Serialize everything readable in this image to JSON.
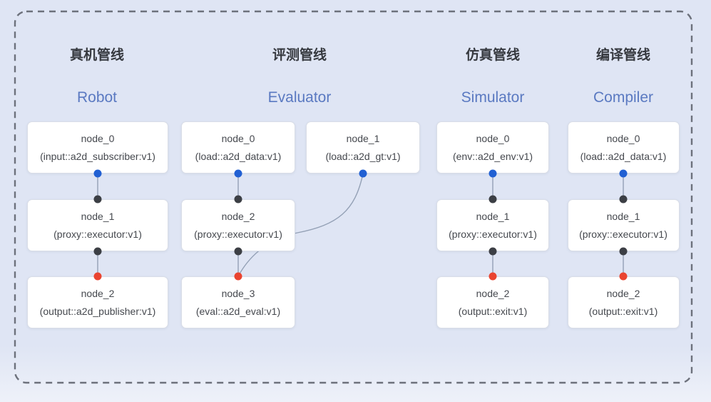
{
  "diagram": {
    "colors": {
      "background_top": "#dfe5f4",
      "background_bottom": "#eef1f9",
      "frame_dash": "#6d717c",
      "box_bg": "#ffffff",
      "box_border": "#d9dde7",
      "edge": "#93a0b5",
      "title_zh": "#36393f",
      "title_en": "#5a79c1",
      "node_text": "#45484e",
      "dot_blue": "#2160d3",
      "dot_black": "#3c3f45",
      "dot_red": "#ea4430"
    },
    "pipelines": [
      {
        "id": "robot",
        "title_zh": "真机管线",
        "title_en": "Robot",
        "nodes": [
          {
            "name": "node_0",
            "type": "(input::a2d_subscriber:v1)",
            "out_dot": "blue"
          },
          {
            "name": "node_1",
            "type": "(proxy::executor:v1)",
            "in_dot": "black",
            "out_dot": "black"
          },
          {
            "name": "node_2",
            "type": "(output::a2d_publisher:v1)",
            "in_dot": "red"
          }
        ],
        "edges": [
          {
            "from": 0,
            "to": 1,
            "style": "straight"
          },
          {
            "from": 1,
            "to": 2,
            "style": "straight"
          }
        ]
      },
      {
        "id": "evaluator",
        "title_zh": "评测管线",
        "title_en": "Evaluator",
        "nodes": [
          {
            "name": "node_0",
            "type": "(load::a2d_data:v1)",
            "out_dot": "blue"
          },
          {
            "name": "node_1",
            "type": "(load::a2d_gt:v1)",
            "out_dot": "blue"
          },
          {
            "name": "node_2",
            "type": "(proxy::executor:v1)",
            "in_dot": "black",
            "out_dot": "black"
          },
          {
            "name": "node_3",
            "type": "(eval::a2d_eval:v1)",
            "in_dot": "red"
          }
        ],
        "edges": [
          {
            "from": 0,
            "to": 2,
            "style": "straight"
          },
          {
            "from": 2,
            "to": 3,
            "style": "straight"
          },
          {
            "from": 1,
            "to": 3,
            "style": "curve"
          }
        ]
      },
      {
        "id": "simulator",
        "title_zh": "仿真管线",
        "title_en": "Simulator",
        "nodes": [
          {
            "name": "node_0",
            "type": "(env::a2d_env:v1)",
            "out_dot": "blue"
          },
          {
            "name": "node_1",
            "type": "(proxy::executor:v1)",
            "in_dot": "black",
            "out_dot": "black"
          },
          {
            "name": "node_2",
            "type": "(output::exit:v1)",
            "in_dot": "red"
          }
        ],
        "edges": [
          {
            "from": 0,
            "to": 1,
            "style": "straight"
          },
          {
            "from": 1,
            "to": 2,
            "style": "straight"
          }
        ]
      },
      {
        "id": "compiler",
        "title_zh": "编译管线",
        "title_en": "Compiler",
        "nodes": [
          {
            "name": "node_0",
            "type": "(load::a2d_data:v1)",
            "out_dot": "blue"
          },
          {
            "name": "node_1",
            "type": "(proxy::executor:v1)",
            "in_dot": "black",
            "out_dot": "black"
          },
          {
            "name": "node_2",
            "type": "(output::exit:v1)",
            "in_dot": "red"
          }
        ],
        "edges": [
          {
            "from": 0,
            "to": 1,
            "style": "straight"
          },
          {
            "from": 1,
            "to": 2,
            "style": "straight"
          }
        ]
      }
    ]
  }
}
